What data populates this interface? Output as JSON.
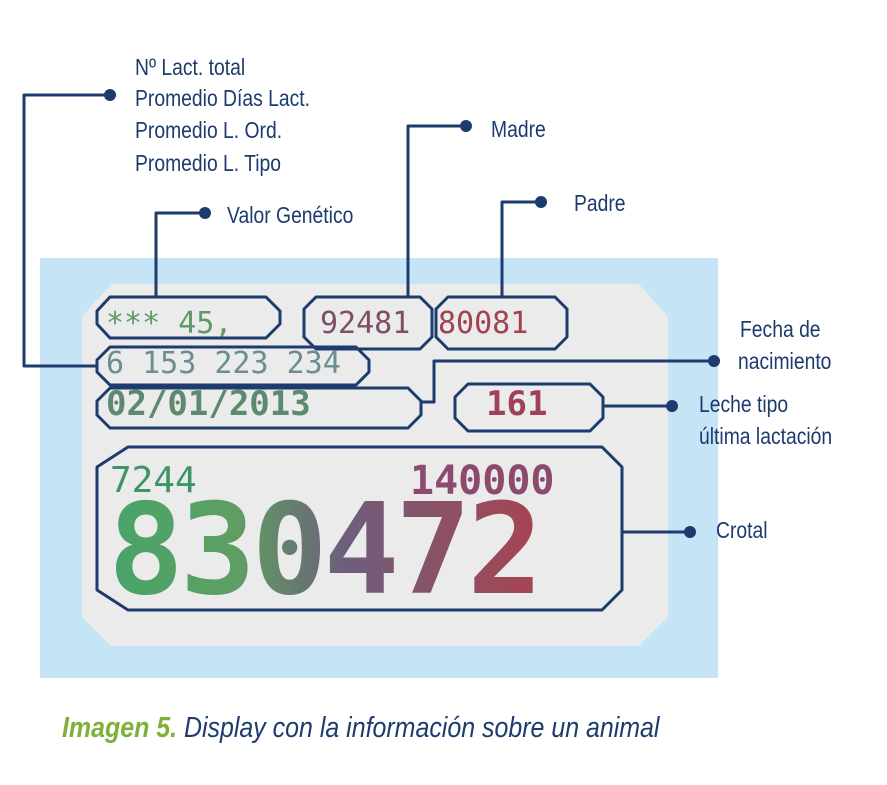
{
  "labels": {
    "lact_total": "Nº Lact. total",
    "prom_dias": "Promedio Días Lact.",
    "prom_ord": "Promedio L. Ord.",
    "prom_tipo": "Promedio L. Tipo",
    "madre": "Madre",
    "padre": "Padre",
    "valor_genetico": "Valor Genético",
    "fecha_1": "Fecha de",
    "fecha_2": "nacimiento",
    "leche_1": "Leche tipo",
    "leche_2": "última lactación",
    "crotal": "Crotal"
  },
  "display": {
    "genetic_value": "*** 45,",
    "mother": "92481",
    "father": "80081",
    "lactation_stats": "6 153 223 234",
    "birth_date": "02/01/2013",
    "milk_type": "161",
    "small_left": "7244",
    "small_right": "140000",
    "ear_tag": "830472"
  },
  "caption": {
    "number": "Imagen 5.",
    "text": " Display con la información sobre un animal"
  },
  "colors": {
    "annotation": "#1e3b6e",
    "panel": "#c5e4f6",
    "lcd": "#ebebeb",
    "caption_number": "#7fb13a",
    "lcd_green": "#4f9a5a",
    "lcd_red": "#a83c4a",
    "lcd_purple": "#6e4a7e"
  }
}
